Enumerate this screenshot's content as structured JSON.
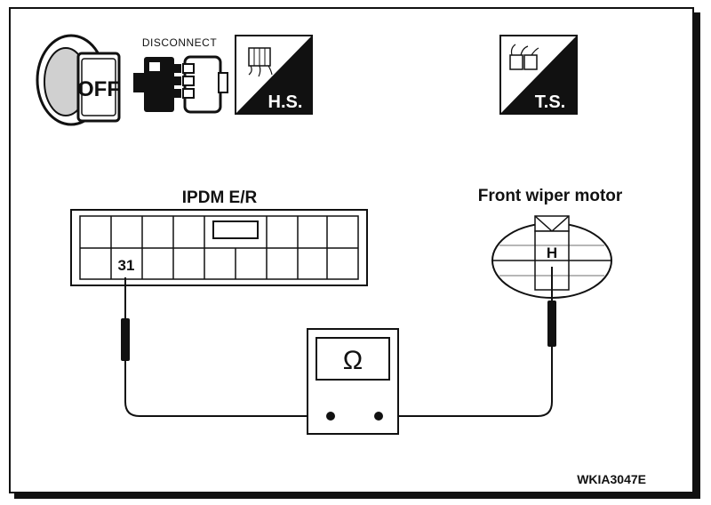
{
  "icons": {
    "ignition_label": "OFF",
    "disconnect_label": "DISCONNECT",
    "hs_label": "H.S.",
    "ts_label": "T.S."
  },
  "ipdm": {
    "title": "IPDM E/R",
    "terminal": "31"
  },
  "motor": {
    "title": "Front wiper motor",
    "terminal": "H"
  },
  "meter": {
    "symbol": "Ω"
  },
  "figure_code": "WKIA3047E"
}
